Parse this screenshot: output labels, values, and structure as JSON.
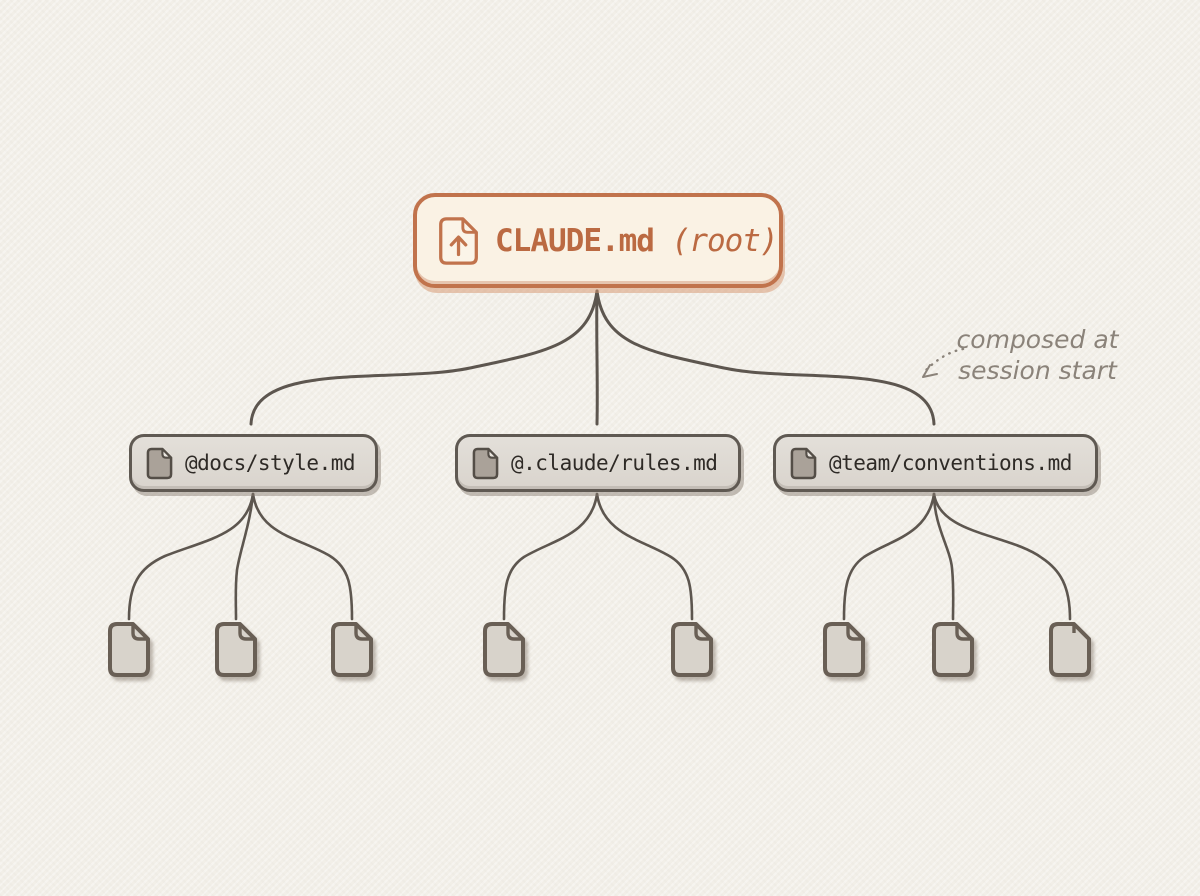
{
  "root": {
    "label": "CLAUDE.md",
    "suffix": "(root)",
    "icon": "file-upload-icon",
    "border_color": "#c1734c",
    "fill": "#faf2e4",
    "text_color": "#bb6a42"
  },
  "children": [
    {
      "label": "@docs/style.md",
      "icon": "file-icon",
      "leaf_count": 3
    },
    {
      "label": "@.claude/rules.md",
      "icon": "file-icon",
      "leaf_count": 2
    },
    {
      "label": "@team/conventions.md",
      "icon": "file-icon",
      "leaf_count": 3
    }
  ],
  "annotation": {
    "line1": "composed at",
    "line2": "session start",
    "color": "#8b837a",
    "arrow": "dotted-arrow-down-left"
  },
  "colors": {
    "background": "#f2efe8",
    "connector": "#5d564f",
    "child_fill": "#dcd7d0",
    "child_border": "#5f5952",
    "leaf_fill": "#d8d3cb",
    "leaf_stroke": "#695f55",
    "accent_orange": "#c1734c"
  }
}
